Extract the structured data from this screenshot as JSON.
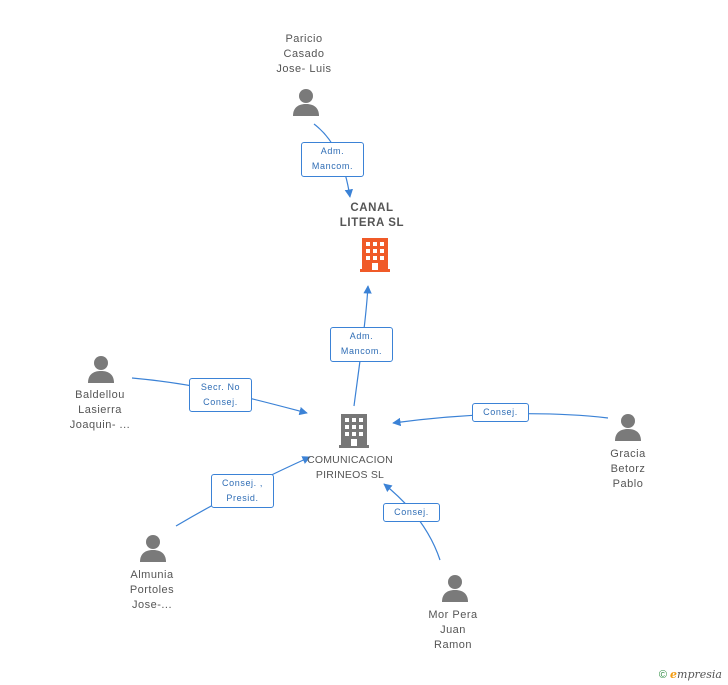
{
  "nodes": {
    "canal": {
      "lines": "CANAL\nLITERA SL",
      "type": "company-main",
      "color": "#f05a28"
    },
    "comunicacion": {
      "lines": "COMUNICACION\nPIRINEOS SL",
      "type": "company",
      "color": "#777777"
    },
    "paricio": {
      "lines": "Paricio\nCasado\nJose- Luis",
      "type": "person"
    },
    "baldellou": {
      "lines": "Baldellou\nLasierra\nJoaquin- ...",
      "type": "person"
    },
    "gracia": {
      "lines": "Gracia\nBetorz\nPablo",
      "type": "person"
    },
    "almunia": {
      "lines": "Almunia\nPortoles\nJose-...",
      "type": "person"
    },
    "mor": {
      "lines": "Mor Pera\nJuan\nRamon",
      "type": "person"
    }
  },
  "edges": {
    "paricio_canal": "Adm.\nMancom.",
    "comunicacion_canal": "Adm.\nMancom.",
    "baldellou_comunicacion": "Secr.  No\nConsej.",
    "gracia_comunicacion": "Consej.",
    "almunia_comunicacion": "Consej. ,\nPresid.",
    "mor_comunicacion": "Consej."
  },
  "footer": {
    "copyright": "©",
    "brand_e": "e",
    "brand_rest": "mpresia"
  },
  "colors": {
    "edge": "#3b82d6",
    "person": "#7a7a7a",
    "main_company": "#f05a28",
    "company": "#777777"
  }
}
